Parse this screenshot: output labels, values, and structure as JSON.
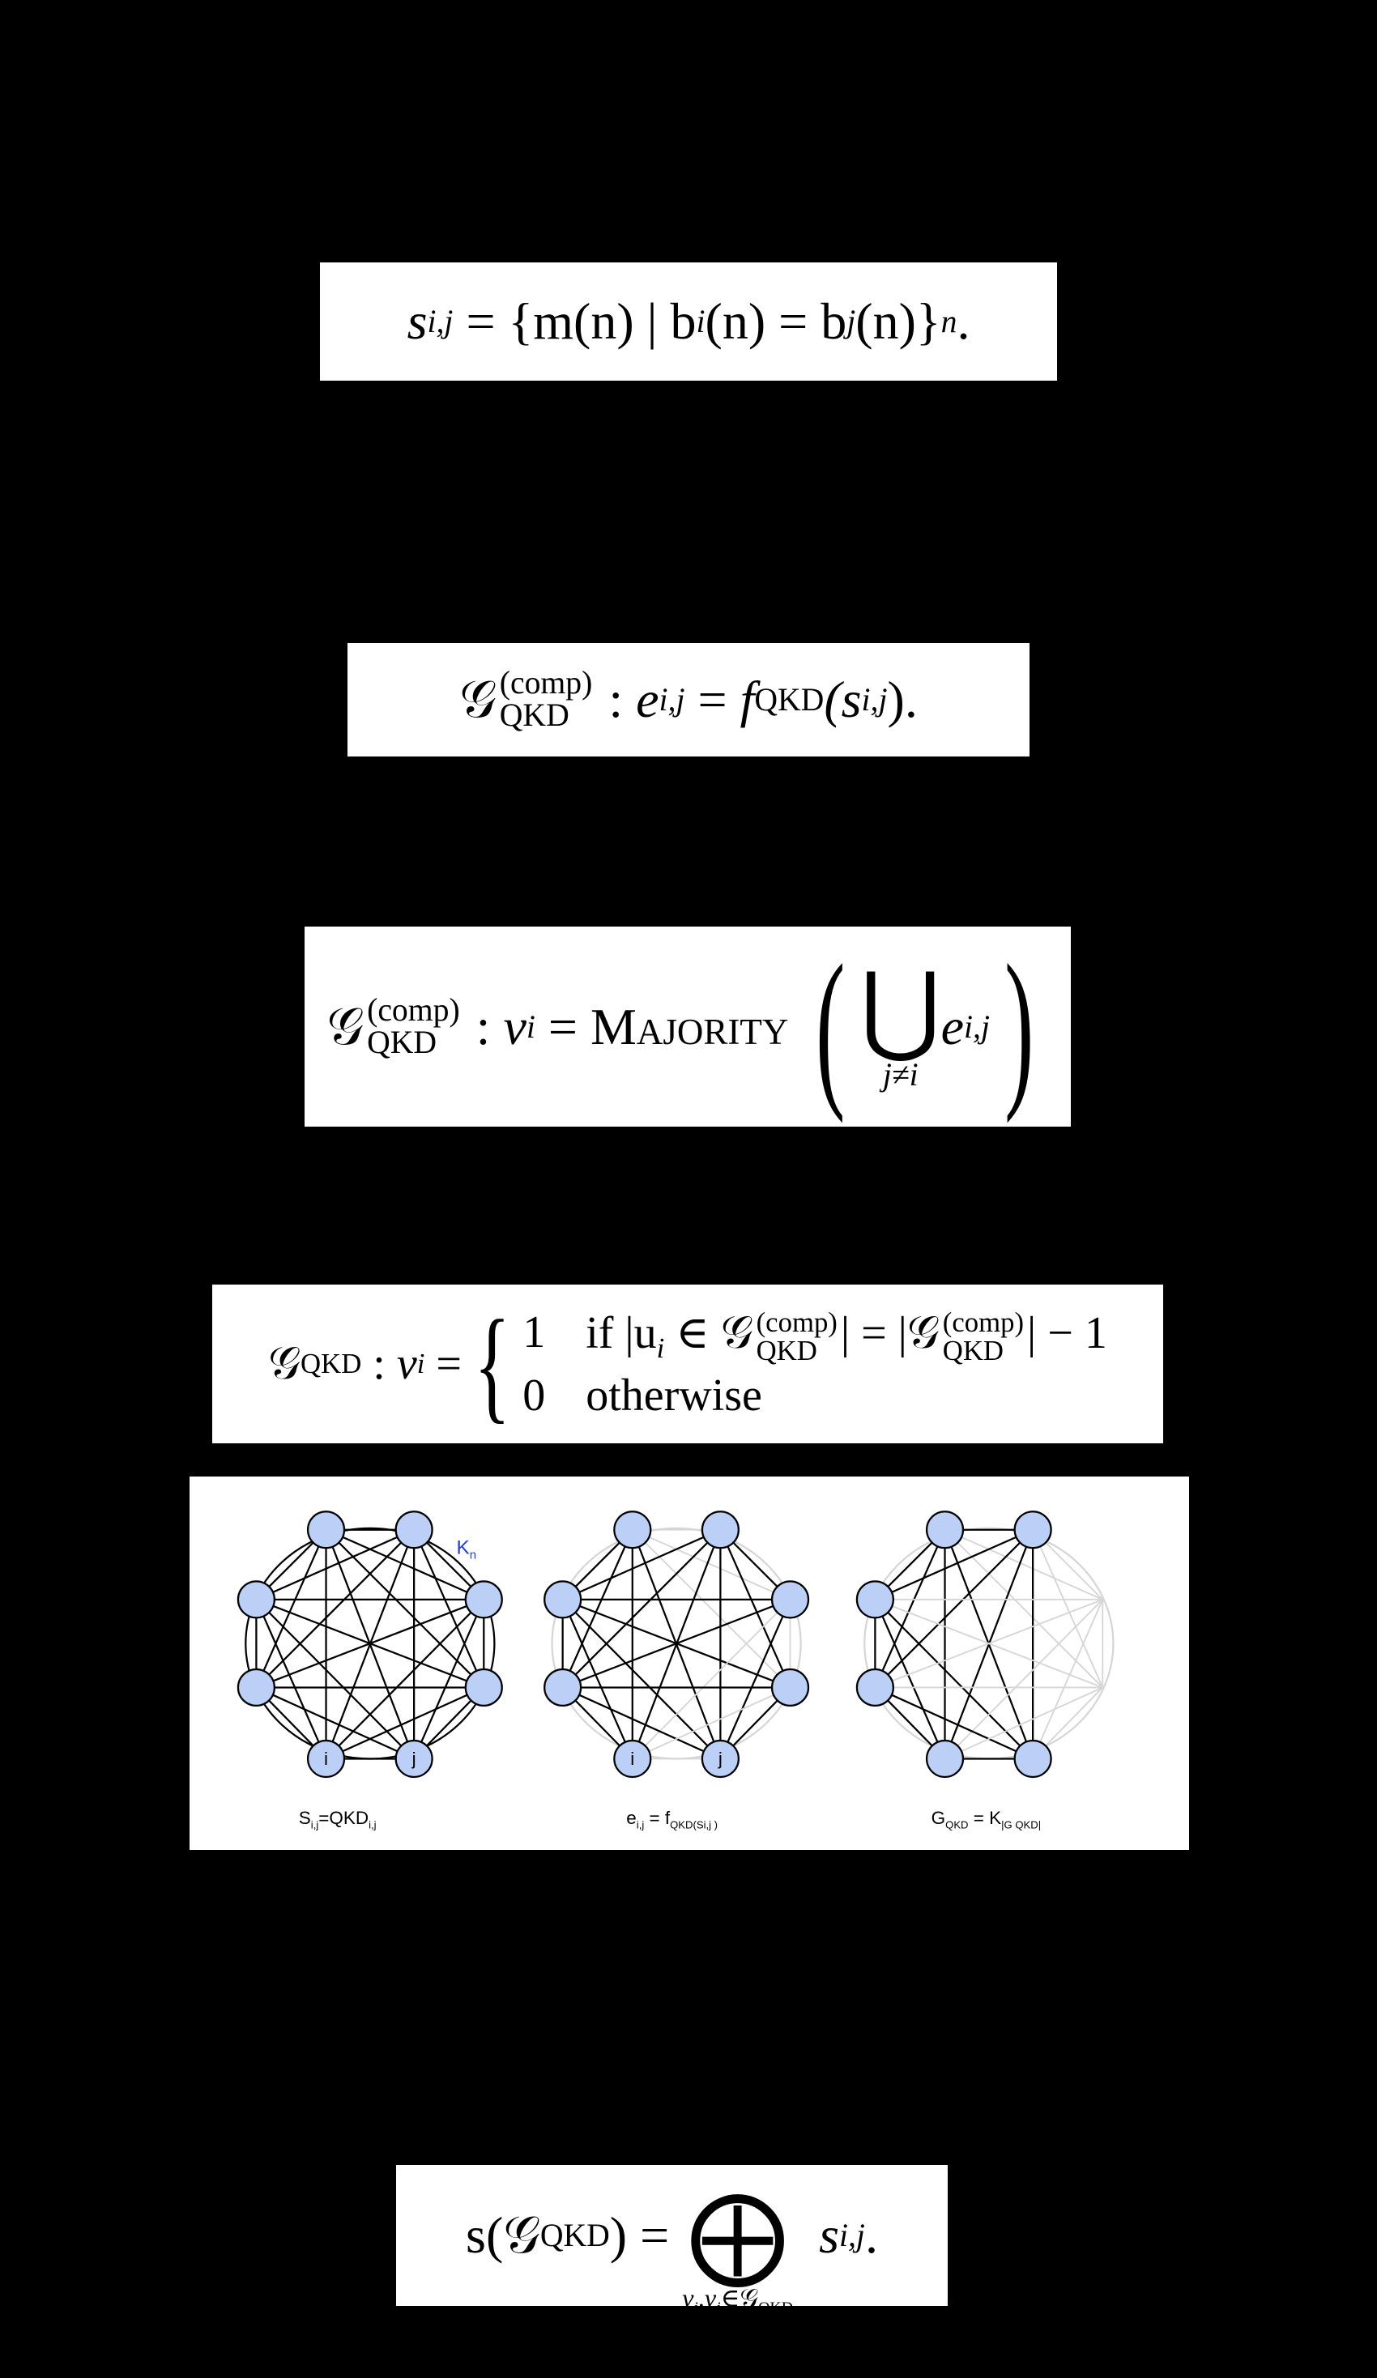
{
  "eq1": {
    "lhs": "s",
    "lhs_sub": "i,j",
    "eq": "=",
    "body": "{m(n) | b",
    "bi_sub": "i",
    "mid": "(n) = b",
    "bj_sub": "j",
    "end": "(n)}",
    "end_sub": "n",
    "dot": "."
  },
  "eq2": {
    "G": "𝒢",
    "sup": "(comp)",
    "sub": "QKD",
    "colon": ":",
    "e": "e",
    "e_sub": "i,j",
    "eq": "=",
    "f": "f",
    "f_sub": "QKD",
    "arg": "(s",
    "arg_sub": "i,j",
    "close": ")."
  },
  "eq3": {
    "G": "𝒢",
    "sup": "(comp)",
    "sub": "QKD",
    "colon": ":",
    "v": "v",
    "v_sub": "i",
    "eq": "=",
    "op": "Majority",
    "lparen": "(",
    "union": "⋃",
    "union_sub": "j≠i",
    "e": "e",
    "e_sub": "i,j",
    "rparen": ")"
  },
  "eq4": {
    "G": "𝒢",
    "sub": "QKD",
    "colon": ":",
    "v": "v",
    "v_sub": "i",
    "eq": "=",
    "brace": "{",
    "case1_val": "1",
    "case1_cond_a": "if |u",
    "case1_u_sub": "i",
    "case1_cond_b": "∈ 𝒢",
    "case1_sup": "(comp)",
    "case1_sub": "QKD",
    "case1_cond_c": "| = |𝒢",
    "case1_sup2": "(comp)",
    "case1_sub2": "QKD",
    "case1_cond_d": "| − 1",
    "case2_val": "0",
    "case2_cond": "otherwise"
  },
  "figure": {
    "kn_label": "K",
    "kn_sub": "n",
    "node_i": "i",
    "node_j": "j",
    "caption1": "S",
    "caption1_sub": "i,j",
    "caption1_mid": "=QKD",
    "caption1_sub2": "i,j",
    "caption2": "e",
    "caption2_sub": "i,j",
    "caption2_mid": " = f",
    "caption2_sub2": "QKD(Si,j )",
    "caption3": "G",
    "caption3_sub": "QKD",
    "caption3_mid": " = K",
    "caption3_sub2": "|G QKD|",
    "colors": {
      "node": "#bcd0f7",
      "edge": "#000000",
      "faded": "#d6d6d6",
      "kn": "#1f3fd6"
    }
  },
  "eq5": {
    "lhs": "s(𝒢",
    "lhs_sub": "QKD",
    "lhs_end": ")",
    "eq": "=",
    "op": "⨁",
    "op_sub": "v",
    "op_sub_i": "i",
    "op_sub_mid": ",v",
    "op_sub_j": "j",
    "op_sub_end": "∈𝒢",
    "op_sub_qkd": "QKD",
    "s": "s",
    "s_sub": "i,j",
    "dot": "."
  }
}
